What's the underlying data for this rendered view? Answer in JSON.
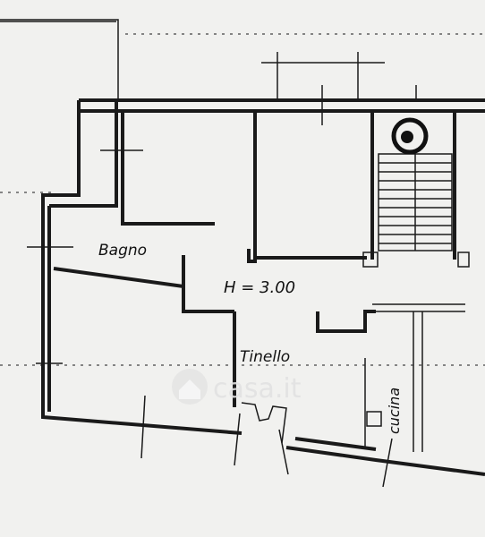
{
  "labels": {
    "bathroom": "Bagno",
    "height": "H = 3.00",
    "dinette": "Tinello",
    "kitchen": "cucina"
  },
  "watermark": {
    "text": "casa.it"
  },
  "colors": {
    "background": "#f1f1ef",
    "ink": "#1a1a1a",
    "watermark": "#e2e2e2"
  }
}
